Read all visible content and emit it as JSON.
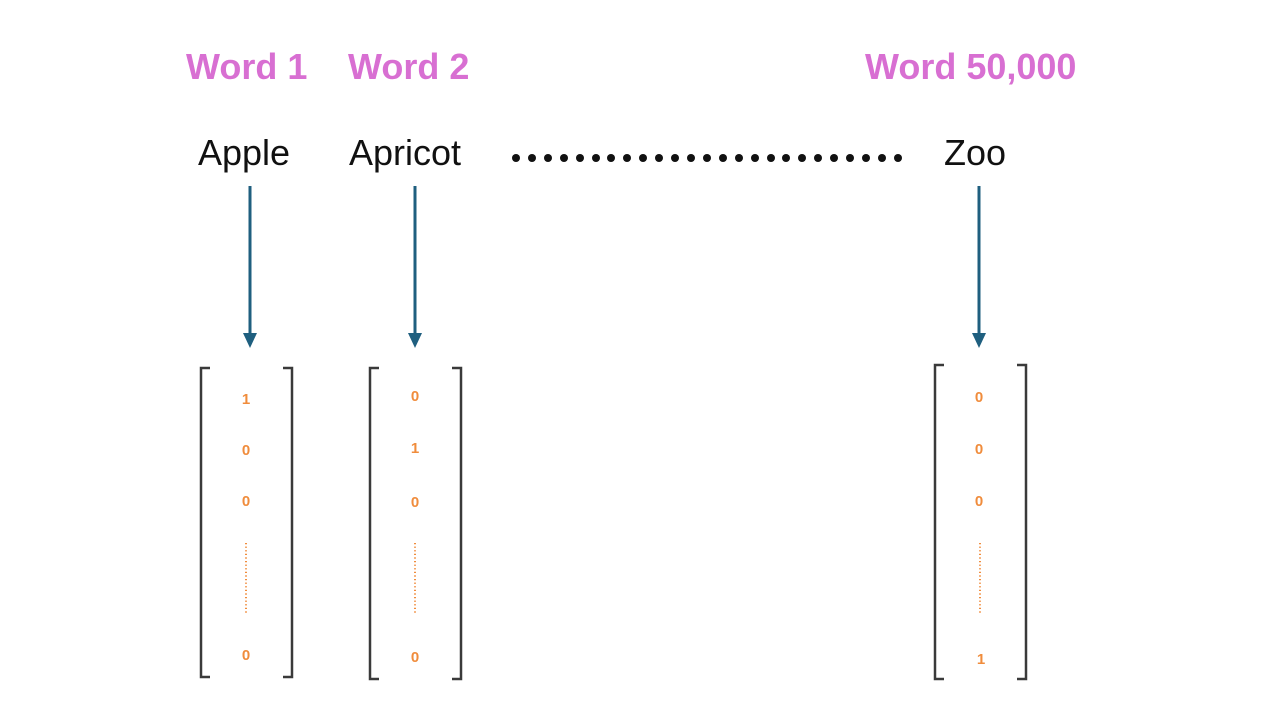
{
  "colors": {
    "index_label": "#d86fd2",
    "word": "#111111",
    "arrow": "#1f5f7f",
    "bracket": "#3a3a3a",
    "vector_value": "#f08c3c"
  },
  "columns": [
    {
      "index_label": "Word 1",
      "word": "Apple",
      "vector": {
        "top": [
          "1",
          "0",
          "0"
        ],
        "bottom": "0"
      }
    },
    {
      "index_label": "Word 2",
      "word": "Apricot",
      "vector": {
        "top": [
          "0",
          "1",
          "0"
        ],
        "bottom": "0"
      }
    },
    {
      "index_label": "Word 50,000",
      "word": "Zoo",
      "vector": {
        "top": [
          "0",
          "0",
          "0"
        ],
        "bottom": "1"
      }
    }
  ]
}
